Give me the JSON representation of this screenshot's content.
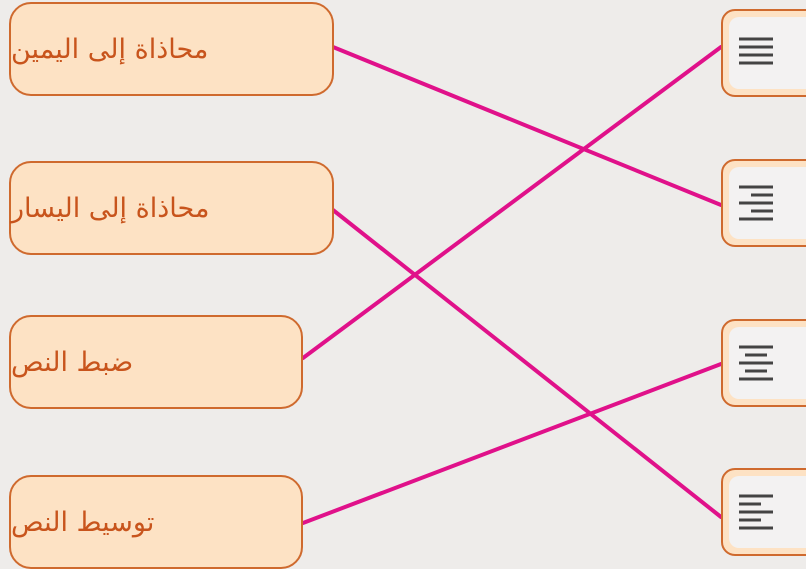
{
  "labels": {
    "align_right": "محاذاة إلى اليمين",
    "align_left": "محاذاة إلى اليسار",
    "justify": "ضبط النص",
    "center": "توسيط النص"
  },
  "icons": {
    "justify": "align-justify-icon",
    "right": "align-right-icon",
    "center": "align-center-icon",
    "left": "align-left-icon"
  },
  "matches": [
    {
      "label": "محاذاة إلى اليمين",
      "icon": "align-right-icon"
    },
    {
      "label": "محاذاة إلى اليسار",
      "icon": "align-left-icon"
    },
    {
      "label": "ضبط النص",
      "icon": "align-justify-icon"
    },
    {
      "label": "توسيط النص",
      "icon": "align-center-icon"
    }
  ],
  "colors": {
    "box_fill": "#fde2c4",
    "box_border": "#cf6a2e",
    "text": "#c8541c",
    "connector": "#e0118a",
    "icon_lines": "#444444"
  }
}
